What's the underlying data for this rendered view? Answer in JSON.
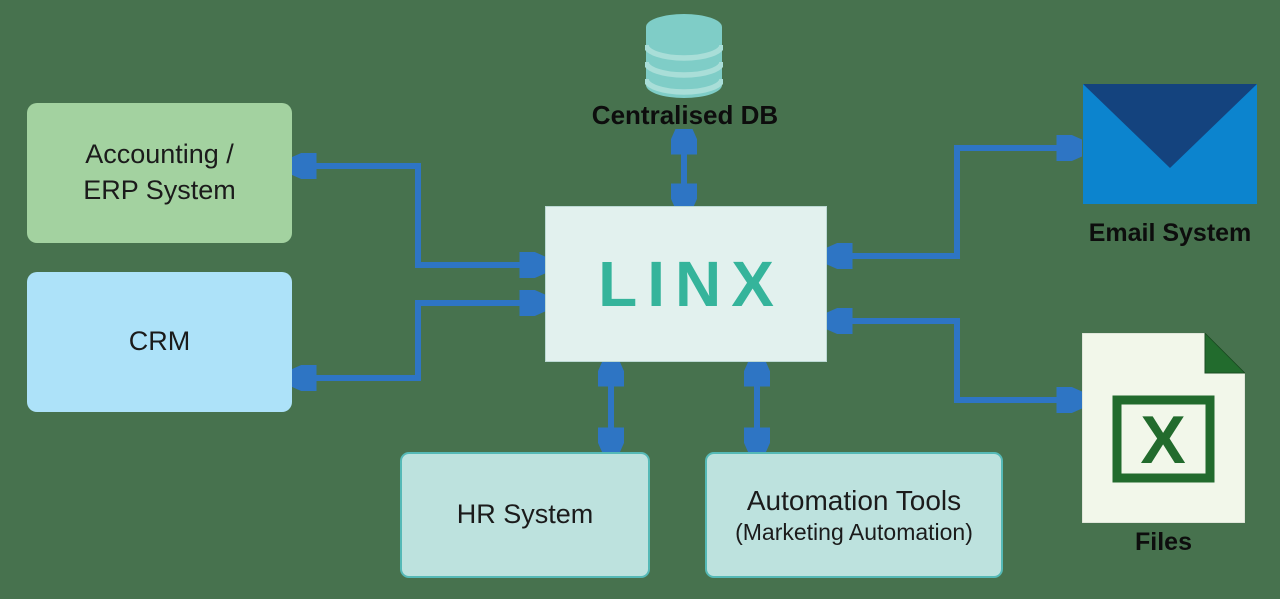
{
  "nodes": {
    "centralised_db": {
      "label": "Centralised DB"
    },
    "accounting": {
      "line1": "Accounting /",
      "line2": "ERP System"
    },
    "crm": {
      "label": "CRM"
    },
    "linx": {
      "label": "LINX"
    },
    "hr": {
      "label": "HR System"
    },
    "automation": {
      "line1": "Automation Tools",
      "line2": "(Marketing Automation)"
    },
    "email": {
      "label": "Email System"
    },
    "files": {
      "label": "Files",
      "glyph": "X"
    }
  },
  "colors": {
    "background": "#47724E",
    "arrow": "#2E75C4",
    "linx_logo": "#35B49B",
    "linx_box_bg": "#E2F1EE",
    "accounting_bg": "#A3D2A0",
    "crm_bg": "#ADE2F9",
    "teal_box_bg": "#BDE2DE",
    "teal_box_border": "#55B9B6",
    "db_cylinder": "#7FCDC7",
    "db_band": "#A9DED8",
    "envelope_body": "#0C84CE",
    "envelope_flap": "#14437E",
    "file_paper": "#F2F7EA",
    "file_green": "#226B2D"
  }
}
